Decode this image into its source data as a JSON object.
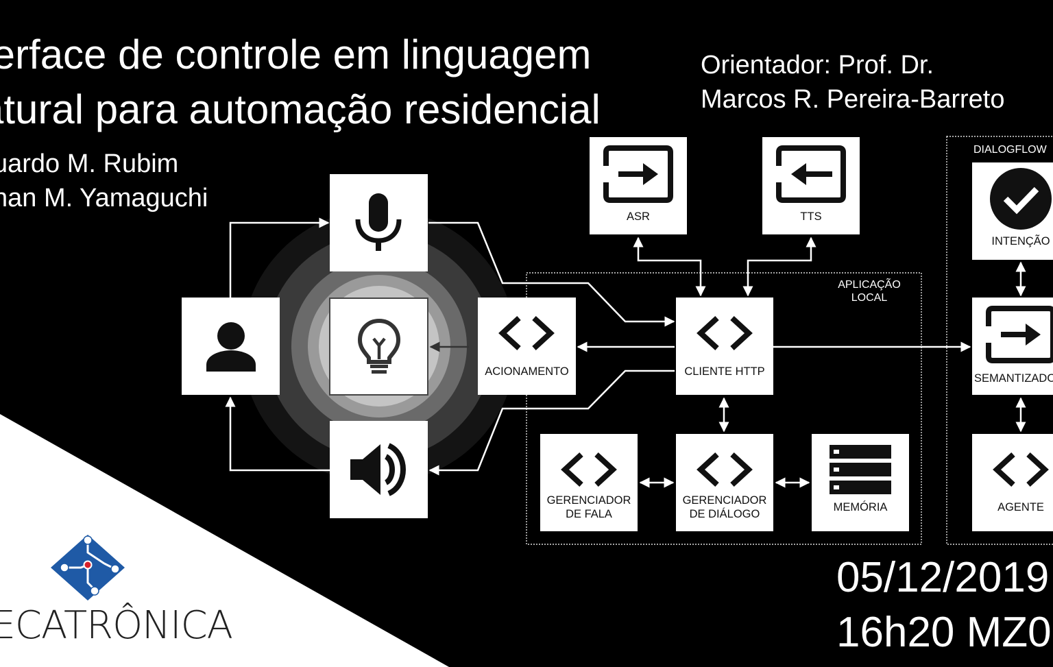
{
  "slide": {
    "title_line1": "terface de controle em linguagem",
    "title_line2": "atural para automação residencial",
    "author1": "uardo M. Rubim",
    "author2": "nan M. Yamaguchi",
    "advisor_line1": "Orientador: Prof. Dr.",
    "advisor_line2": "Marcos R. Pereira-Barreto",
    "date": "05/12/2019",
    "time_room": "16h20 MZ0",
    "logo_text": "IECATRÔNICA"
  },
  "diagram": {
    "groups": {
      "local_app_l1": "APLICAÇÃO",
      "local_app_l2": "LOCAL",
      "dialogflow": "DIALOGFLOW"
    },
    "blocks": {
      "asr": "ASR",
      "tts": "TTS",
      "acionamento": "ACIONAMENTO",
      "cliente_http": "CLIENTE HTTP",
      "ger_fala_l1": "GERENCIADOR",
      "ger_fala_l2": "DE FALA",
      "ger_dialogo_l1": "GERENCIADOR",
      "ger_dialogo_l2": "DE DIÁLOGO",
      "memoria": "MEMÓRIA",
      "intencao": "INTENÇÃO",
      "semantizador": "SEMANTIZADOR",
      "agente": "AGENTE"
    }
  },
  "colors": {
    "background": "#000000",
    "block": "#ffffff",
    "logo_blue": "#1f5aa6",
    "logo_red": "#d8202a"
  }
}
